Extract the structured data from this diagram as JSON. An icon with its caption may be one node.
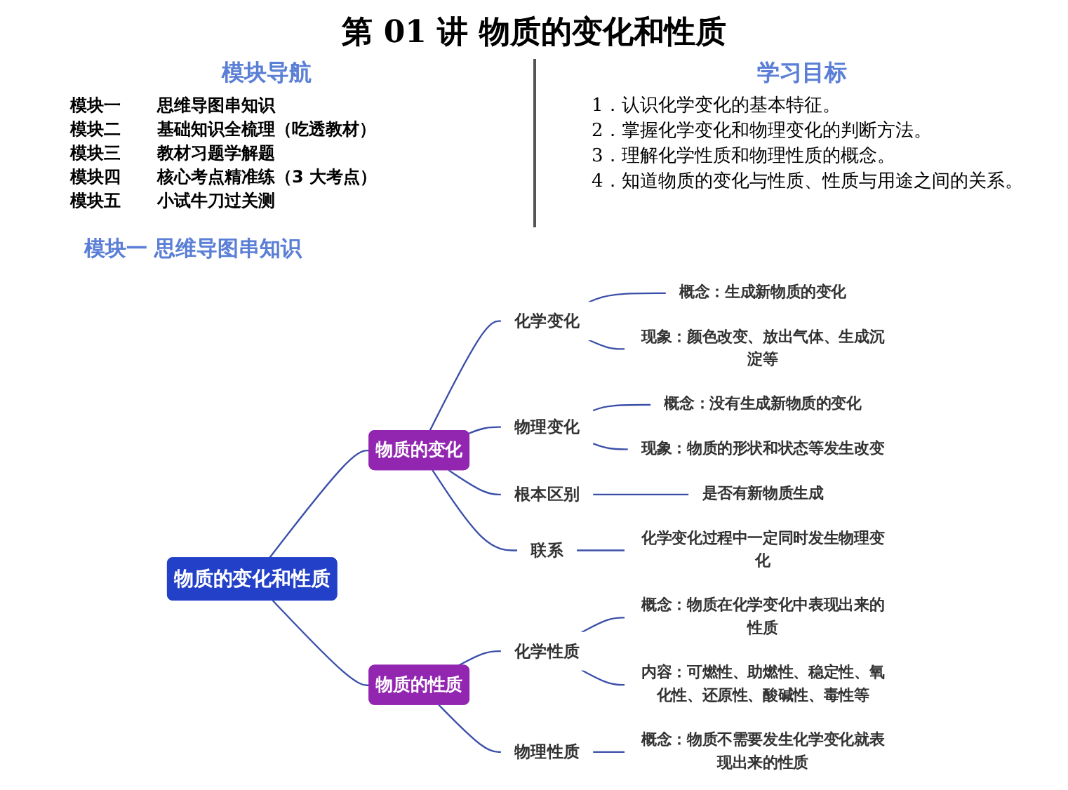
{
  "diagram": {
    "title": "第 01 讲  物质的变化和性质",
    "nodes": [
      {
        "text": [
          "物质的变化和性质"
        ]
      },
      {
        "text": [
          "物质的变化"
        ]
      },
      {
        "text": [
          "化学变化"
        ]
      },
      {
        "text": [
          "概念：生成新物质的变化"
        ]
      },
      {
        "text": [
          "现象：颜色改变、放出气体、生成沉淀等"
        ]
      },
      {
        "text": [
          "物理变化"
        ]
      },
      {
        "text": [
          "概念：没有生成新物质的变化"
        ]
      },
      {
        "text": [
          "现象：物质的形状和状态等发生改变"
        ]
      },
      {
        "text": [
          "根本区别"
        ]
      },
      {
        "text": [
          "是否有新物质生成"
        ]
      },
      {
        "text": [
          "联系"
        ]
      },
      {
        "text": [
          "化学变化过程中一定同时发生物理变化"
        ]
      },
      {
        "text": [
          "物质的性质"
        ]
      },
      {
        "text": [
          "化学性质"
        ]
      },
      {
        "text": [
          "概念：物质在化学变化中表现出来的性质"
        ]
      },
      {
        "text": [
          "内容：可燃性、助燃性、稳定性、氧化性、还原性、酸碱性、毒性等"
        ]
      },
      {
        "text": [
          "物理性质"
        ]
      },
      {
        "text": [
          "概念：物质不需要发生化学变化就表现出来的性质"
        ]
      }
    ],
    "edges": [
      {
        "from": 0,
        "to": 1,
        "arrow": "none"
      },
      {
        "from": 1,
        "to": 2,
        "arrow": "none"
      },
      {
        "from": 2,
        "to": 3,
        "arrow": "none"
      },
      {
        "from": 2,
        "to": 4,
        "arrow": "none"
      },
      {
        "from": 1,
        "to": 5,
        "arrow": "none"
      },
      {
        "from": 5,
        "to": 6,
        "arrow": "none"
      },
      {
        "from": 5,
        "to": 7,
        "arrow": "none"
      },
      {
        "from": 1,
        "to": 8,
        "arrow": "none"
      },
      {
        "from": 8,
        "to": 9,
        "arrow": "none"
      },
      {
        "from": 1,
        "to": 10,
        "arrow": "none"
      },
      {
        "from": 10,
        "to": 11,
        "arrow": "none"
      },
      {
        "from": 0,
        "to": 12,
        "arrow": "none"
      },
      {
        "from": 12,
        "to": 13,
        "arrow": "none"
      },
      {
        "from": 13,
        "to": 14,
        "arrow": "none"
      },
      {
        "from": 13,
        "to": 15,
        "arrow": "none"
      },
      {
        "from": 12,
        "to": 16,
        "arrow": "none"
      },
      {
        "from": 16,
        "to": 17,
        "arrow": "none"
      }
    ],
    "labels": [
      "模块导航",
      "模块一",
      "思维导图串知识",
      "模块二",
      "基础知识全梳理（吃透教材）",
      "模块三",
      "教材习题学解题",
      "模块四",
      "核心考点精准练（3 大考点）",
      "模块五",
      "小试牛刀过关测",
      "学习目标",
      "1．认识化学变化的基本特征。",
      "2．掌握化学变化和物理变化的判断方法。",
      "3．理解化学性质和物理性质的概念。",
      "4．知道物质的变化与性质、性质与用途之间的关系。",
      "模块一 思维导图串知识"
    ]
  }
}
